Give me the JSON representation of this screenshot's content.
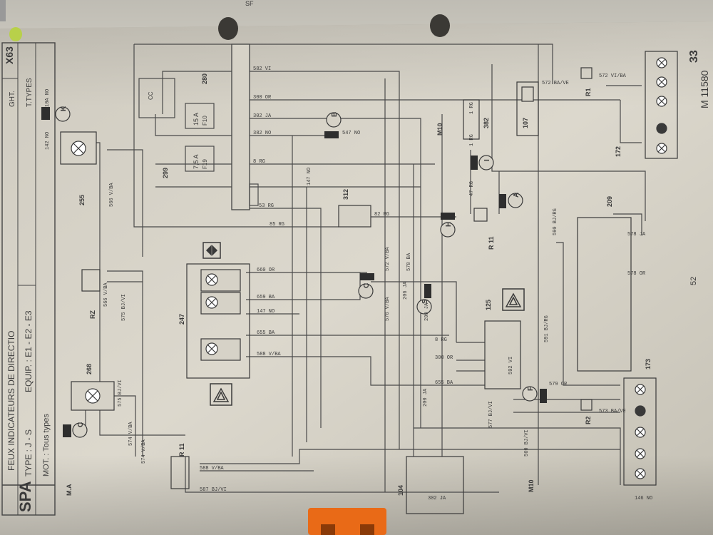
{
  "header": {
    "page_ref": "SF",
    "section_code": "SPA",
    "diagram_title": "FEUX INDICATEURS DE DIRECTIO",
    "type": "TYPE : J - S",
    "equipment": "EQUIP. : E1 - E2 - E3",
    "motor": "MOT. : Tous types",
    "types_short": "T.TYPES",
    "ght": "GHT.",
    "page_code": "X63",
    "page_number": "33",
    "drawing_id": "M 11580",
    "footer_number": "52"
  },
  "relay_unit": {
    "fuse1_label": "F10",
    "fuse1_rating": "15 A",
    "fuse2_label": "F19",
    "fuse2_rating": "7,5 A",
    "unit_number": "299",
    "box_number": "280",
    "cc": "CC"
  },
  "connectors": [
    "K",
    "C",
    "B",
    "I",
    "A",
    "H",
    "C",
    "S",
    "F"
  ],
  "components": [
    "255",
    "268",
    "247",
    "312",
    "382",
    "107",
    "125",
    "209",
    "172",
    "173",
    "104",
    "R 11",
    "R1",
    "R2",
    "M10",
    "M10",
    "M.A",
    "RZ",
    "R 11"
  ],
  "wire_labels": [
    "582 VI",
    "300 OR",
    "302 JA",
    "382 NO",
    "8 RG",
    "53 RG",
    "85 RG",
    "82 RG",
    "547 NO",
    "660 OR",
    "659 BA",
    "147 NO",
    "655 BA",
    "588 V/BA",
    "8 RG",
    "300 OR",
    "655 BA",
    "588 V/BA",
    "587 BJ/VI",
    "572 VI/BA",
    "572 BA/VE",
    "573 BA/VE",
    "579 OR",
    "578 JA",
    "578 OR",
    "302 JA",
    "146 NO",
    "142 NO",
    "10A NO",
    "566 V/BA",
    "566 V/BA",
    "575 BJ/VI",
    "575 BJ/VI",
    "574 V/BA",
    "574 V/BA",
    "147 NO",
    "572 V/BA",
    "576 V/BA",
    "206 JA",
    "578 BA",
    "200 JA",
    "200 JA",
    "592 VI",
    "591 BJ/RG",
    "590 BJ/RG",
    "1 RG",
    "1 RG",
    "47 RG",
    "560 BJ/VI",
    "577 BJ/VI"
  ]
}
